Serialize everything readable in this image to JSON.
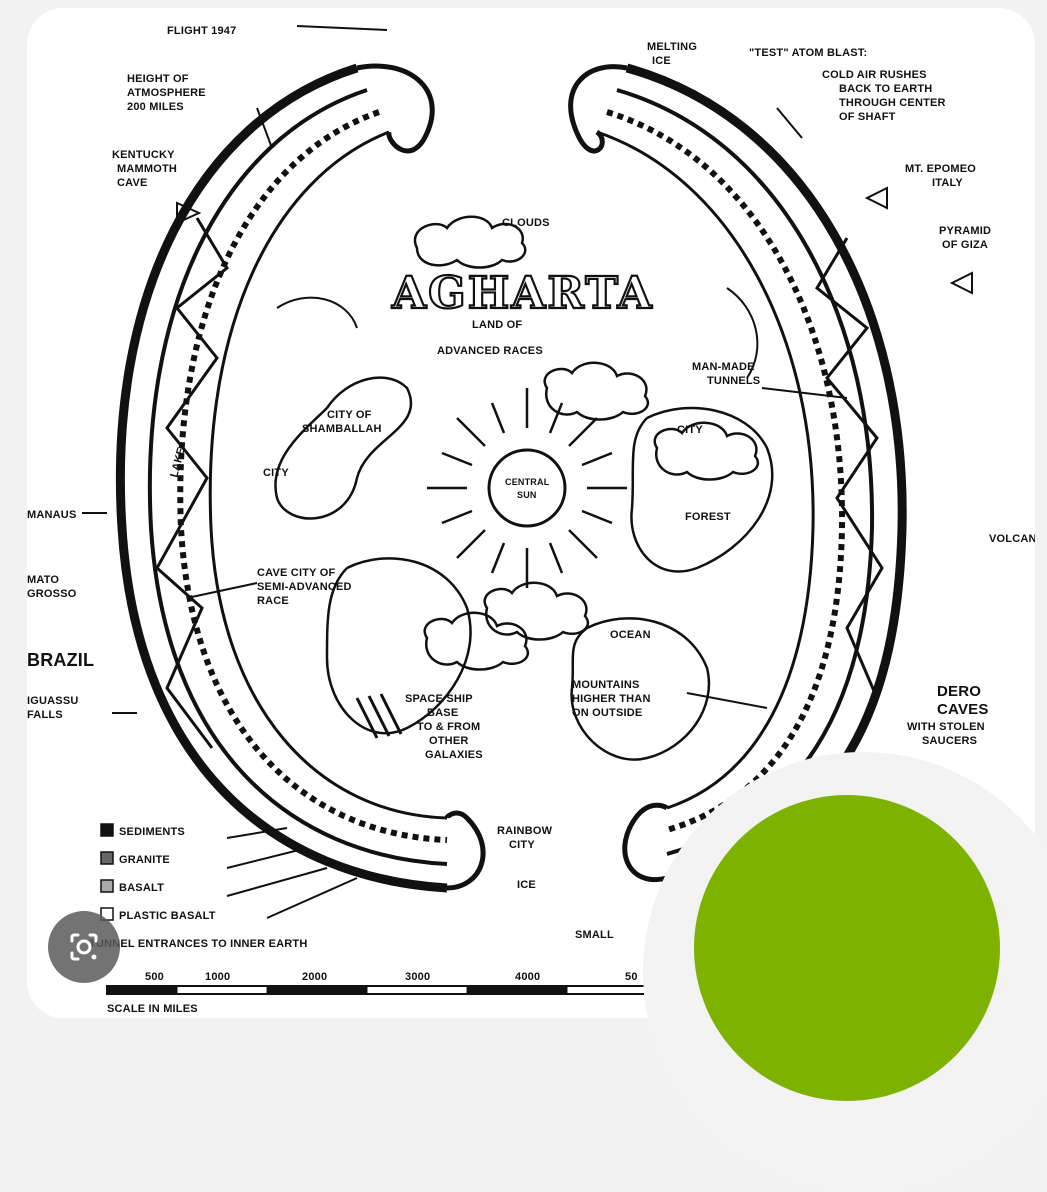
{
  "image": {
    "alt": "",
    "labels": {
      "flight": "FLIGHT 1947",
      "atmosphere_1": "HEIGHT OF",
      "atmosphere_2": "ATMOSPHERE",
      "atmosphere_3": "200 MILES",
      "kentucky_1": "KENTUCKY",
      "kentucky_2": "MAMMOTH",
      "kentucky_3": "CAVE",
      "melting_1": "MELTING",
      "melting_2": "ICE",
      "test_1": "\"TEST\" ATOM BLAST:",
      "test_2": "COLD AIR RUSHES",
      "test_3": "BACK TO EARTH",
      "test_4": "THROUGH CENTER",
      "test_5": "OF SHAFT",
      "etna_1": "MT. EPOMEO",
      "etna_2": "ITALY",
      "pyramid_1": "PYRAMID",
      "pyramid_2": "OF GIZA",
      "clouds": "CLOUDS",
      "title": "AGHARTA",
      "subtitle_1": "LAND OF",
      "subtitle_2": "ADVANCED RACES",
      "tunnels_1": "MAN-MADE",
      "tunnels_2": "TUNNELS",
      "shamballah_1": "CITY OF",
      "shamballah_2": "SHAMBALLAH",
      "city_left": "CITY",
      "city_right": "CITY",
      "forest": "FOREST",
      "sun_1": "CENTRAL",
      "sun_2": "SUN",
      "manaus": "MANAUS",
      "volcano": "VOLCANO",
      "mato_1": "MATO",
      "mato_2": "GROSSO",
      "cave_city_1": "CAVE CITY OF",
      "cave_city_2": "SEMI-ADVANCED",
      "cave_city_3": "RACE",
      "brazil": "BRAZIL",
      "ocean": "OCEAN",
      "iguassu_1": "IGUASSU",
      "iguassu_2": "FALLS",
      "mountains_1": "MOUNTAINS",
      "mountains_2": "HIGHER THAN",
      "mountains_3": "ON OUTSIDE",
      "spaceship_1": "SPACE SHIP",
      "spaceship_2": "BASE",
      "spaceship_3": "TO & FROM",
      "spaceship_4": "OTHER",
      "spaceship_5": "GALAXIES",
      "dero_1": "DERO",
      "dero_2": "CAVES",
      "dero_3": "WITH STOLEN",
      "dero_4": "SAUCERS",
      "rainbow_1": "RAINBOW",
      "rainbow_2": "CITY",
      "ice": "ICE",
      "lake": "LAKE",
      "small": "SMALL",
      "legend_1": "SEDIMENTS",
      "legend_2": "GRANITE",
      "legend_3": "BASALT",
      "legend_4": "PLASTIC BASALT",
      "legend_5": "TUNNEL ENTRANCES TO INNER EARTH",
      "scale_title": "SCALE IN MILES",
      "scale_0": "500",
      "scale_1": "1000",
      "scale_2": "2000",
      "scale_3": "3000",
      "scale_4": "4000",
      "scale_5": "50"
    }
  },
  "controls": {
    "lens_icon": "google-lens-icon",
    "fab_color": "#7db300"
  }
}
